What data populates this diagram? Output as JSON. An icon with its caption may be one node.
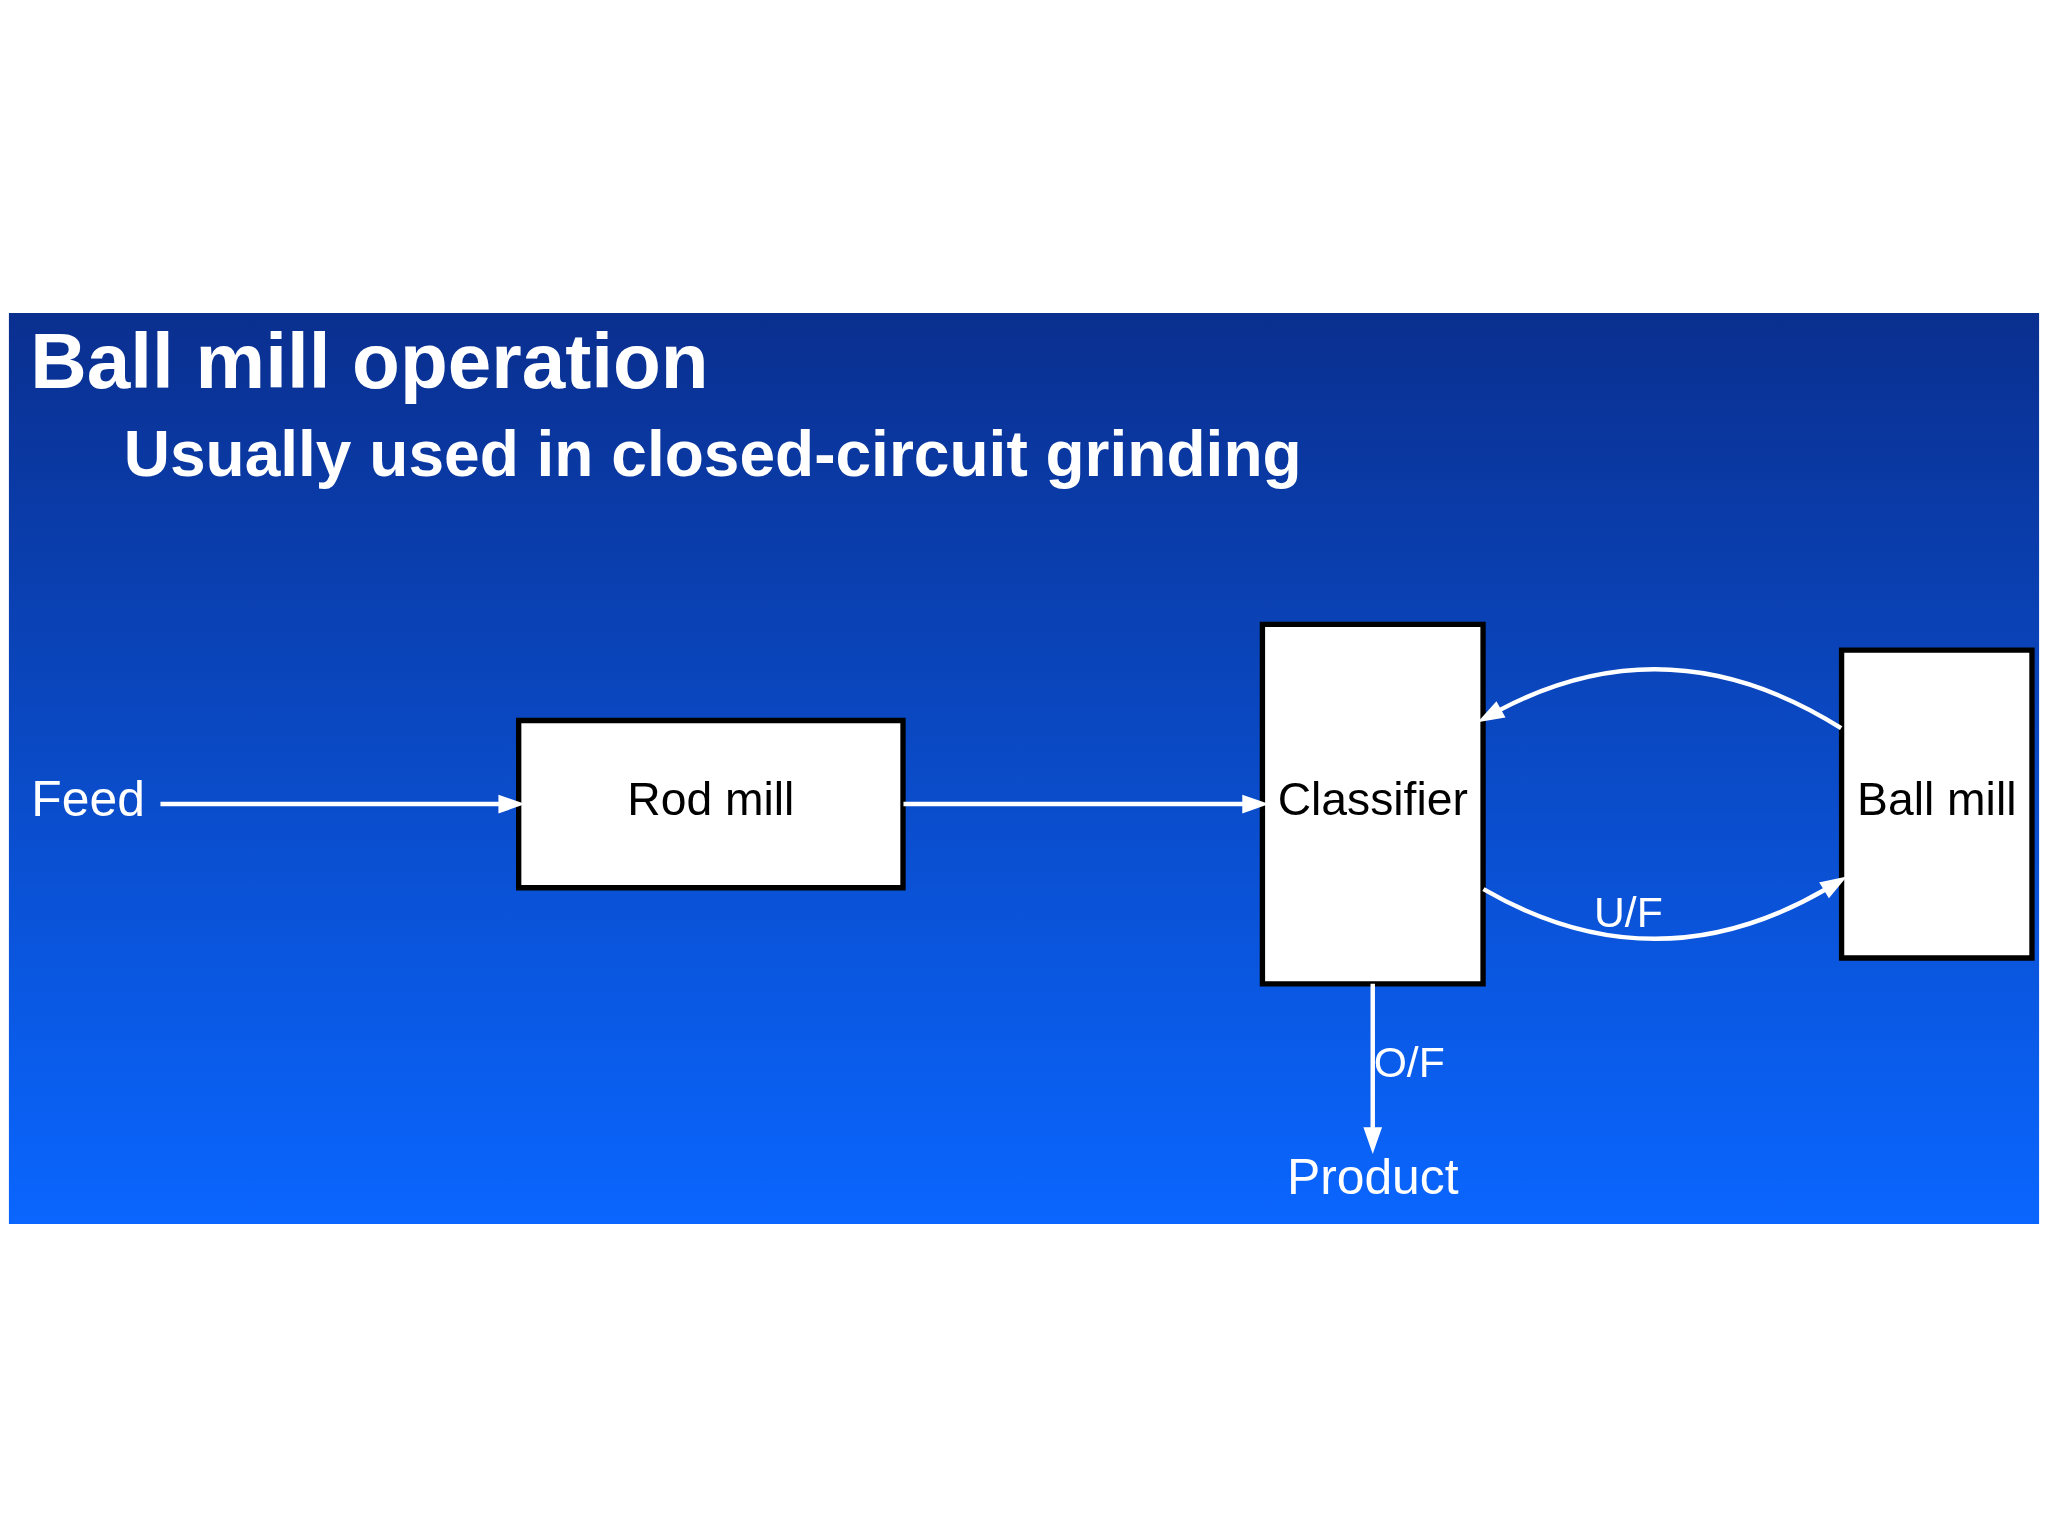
{
  "diagram": {
    "title": "Ball mill operation",
    "nodes": [
      {
        "text": [
          "Feed"
        ]
      },
      {
        "text": [
          "Rod mill"
        ]
      },
      {
        "text": [
          "Classifier"
        ]
      },
      {
        "text": [
          "Ball mill"
        ]
      },
      {
        "text": [
          "Product"
        ]
      }
    ],
    "edges": [
      {
        "from": 0,
        "to": 1,
        "arrow": "to"
      },
      {
        "from": 1,
        "to": 2,
        "arrow": "to"
      },
      {
        "from": 2,
        "to": 3,
        "label": "U/F",
        "arrow": "to"
      },
      {
        "from": 3,
        "to": 2,
        "arrow": "to"
      },
      {
        "from": 2,
        "to": 4,
        "label": "O/F",
        "arrow": "to"
      }
    ],
    "labels": [
      "Usually used in closed-circuit grinding"
    ]
  }
}
